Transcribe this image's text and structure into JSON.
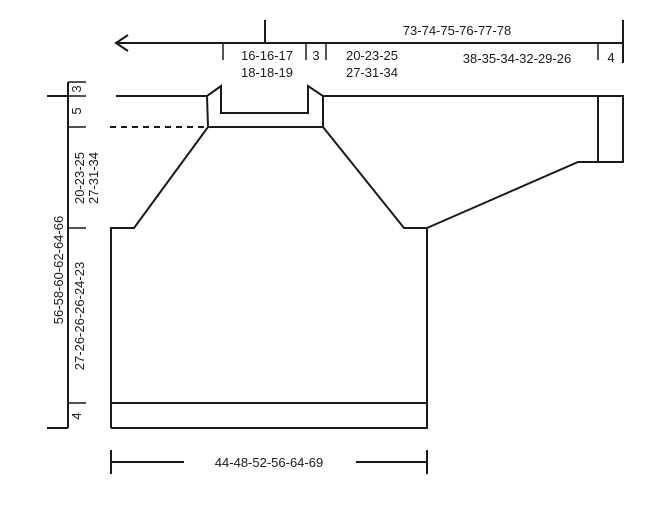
{
  "diagram": {
    "top": {
      "total_width": "73-74-75-76-77-78",
      "neck_half": "16-16-17",
      "neck_half_2": "18-18-19",
      "neck_edge": "3",
      "raglan": "20-23-25",
      "raglan_2": "27-31-34",
      "sleeve": "38-35-34-32-29-26",
      "cuff": "4"
    },
    "left": {
      "total_height": "56-58-60-62-64-66",
      "neck_top": "3",
      "neck_depth": "5",
      "raglan": "20-23-25",
      "raglan_2": "27-31-34",
      "body": "27-26-26-26-24-23",
      "rib": "4"
    },
    "bottom": {
      "body_width": "44-48-52-56-64-69"
    }
  }
}
